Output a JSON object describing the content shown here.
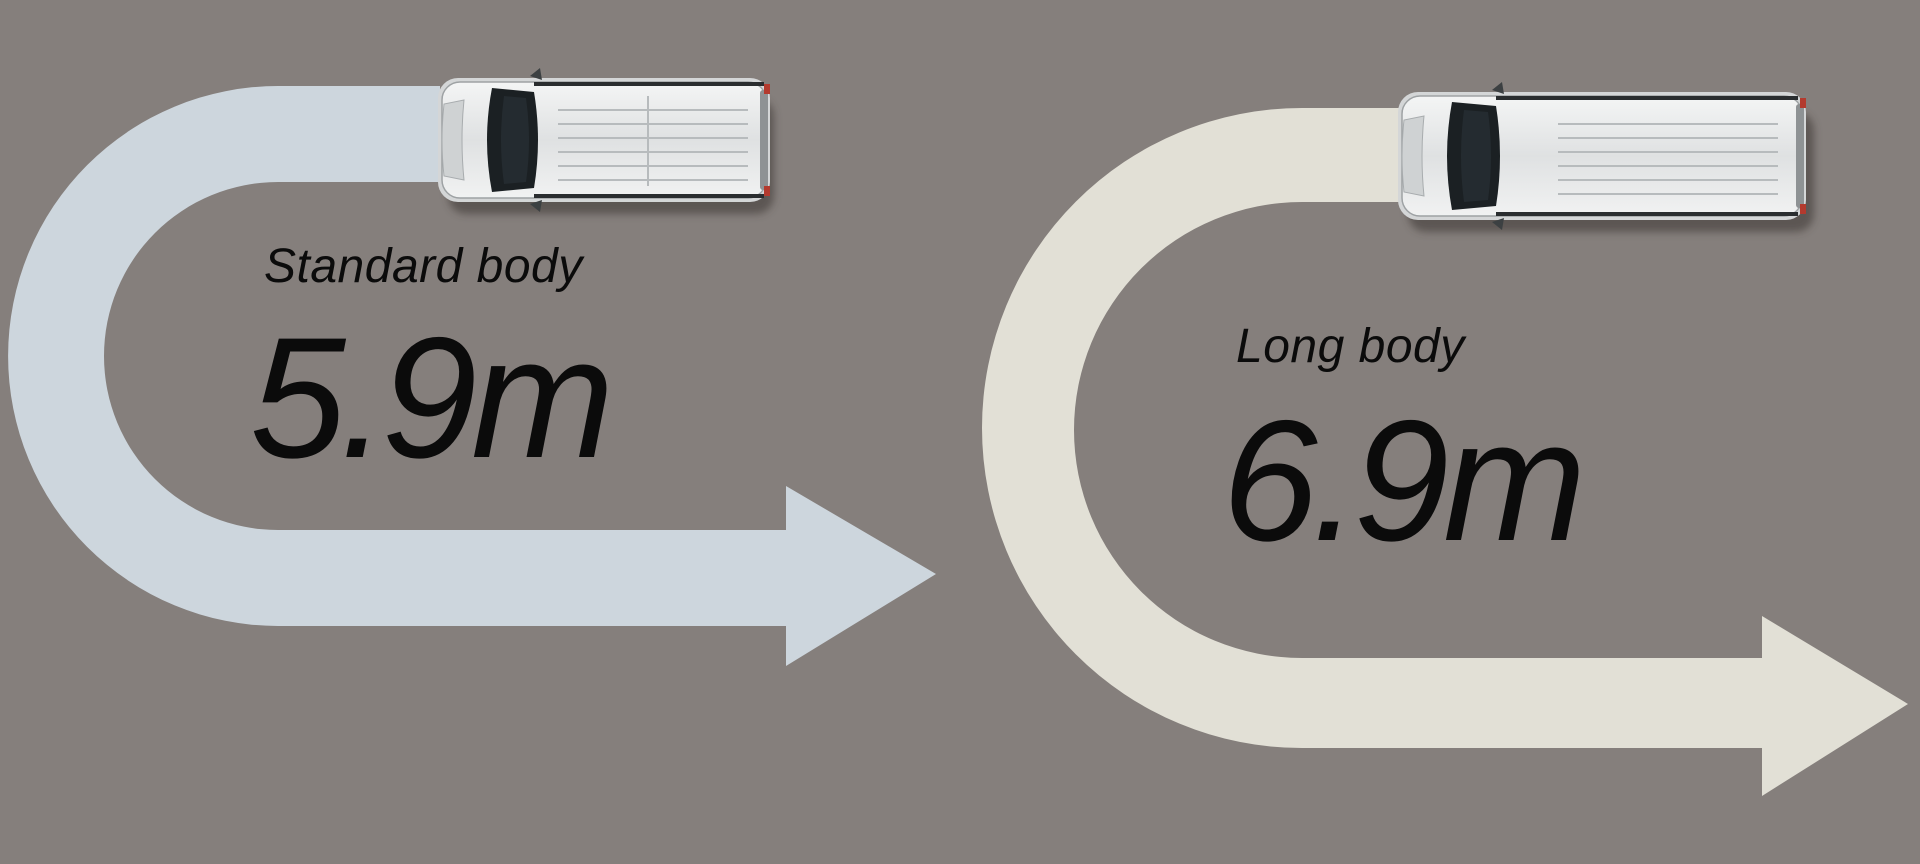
{
  "colors": {
    "background": "#857f7c",
    "standard_arrow": "#cdd6dd",
    "long_arrow": "#e2e0d6",
    "van_body": "#e9eaea",
    "van_glass": "#1b2023",
    "text": "#0b0b0b"
  },
  "standard": {
    "label": "Standard body",
    "radius": "5.9m"
  },
  "long": {
    "label": "Long body",
    "radius": "6.9m"
  },
  "icons": [
    "van-standard-icon",
    "van-long-icon",
    "u-turn-arrow-standard",
    "u-turn-arrow-long"
  ]
}
